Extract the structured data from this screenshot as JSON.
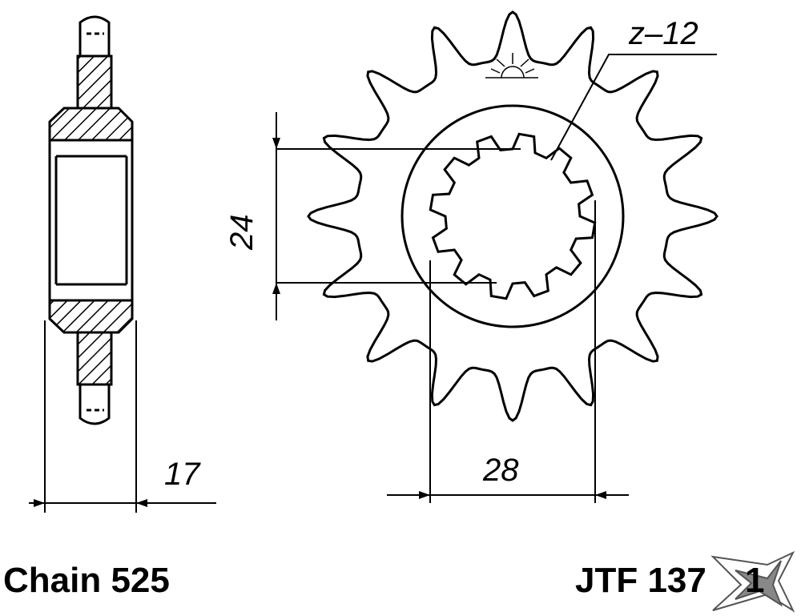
{
  "diagram": {
    "spline_label": "z–12",
    "dim_width": "17",
    "dim_spline_outer": "28",
    "dim_spline_inner": "24",
    "chain_label": "Chain 525",
    "part_number": "JTF 137",
    "logo_text": "1",
    "sprocket_teeth": 16,
    "spline_teeth": 12,
    "line_color": "#000000",
    "hatch_color": "#000000"
  }
}
